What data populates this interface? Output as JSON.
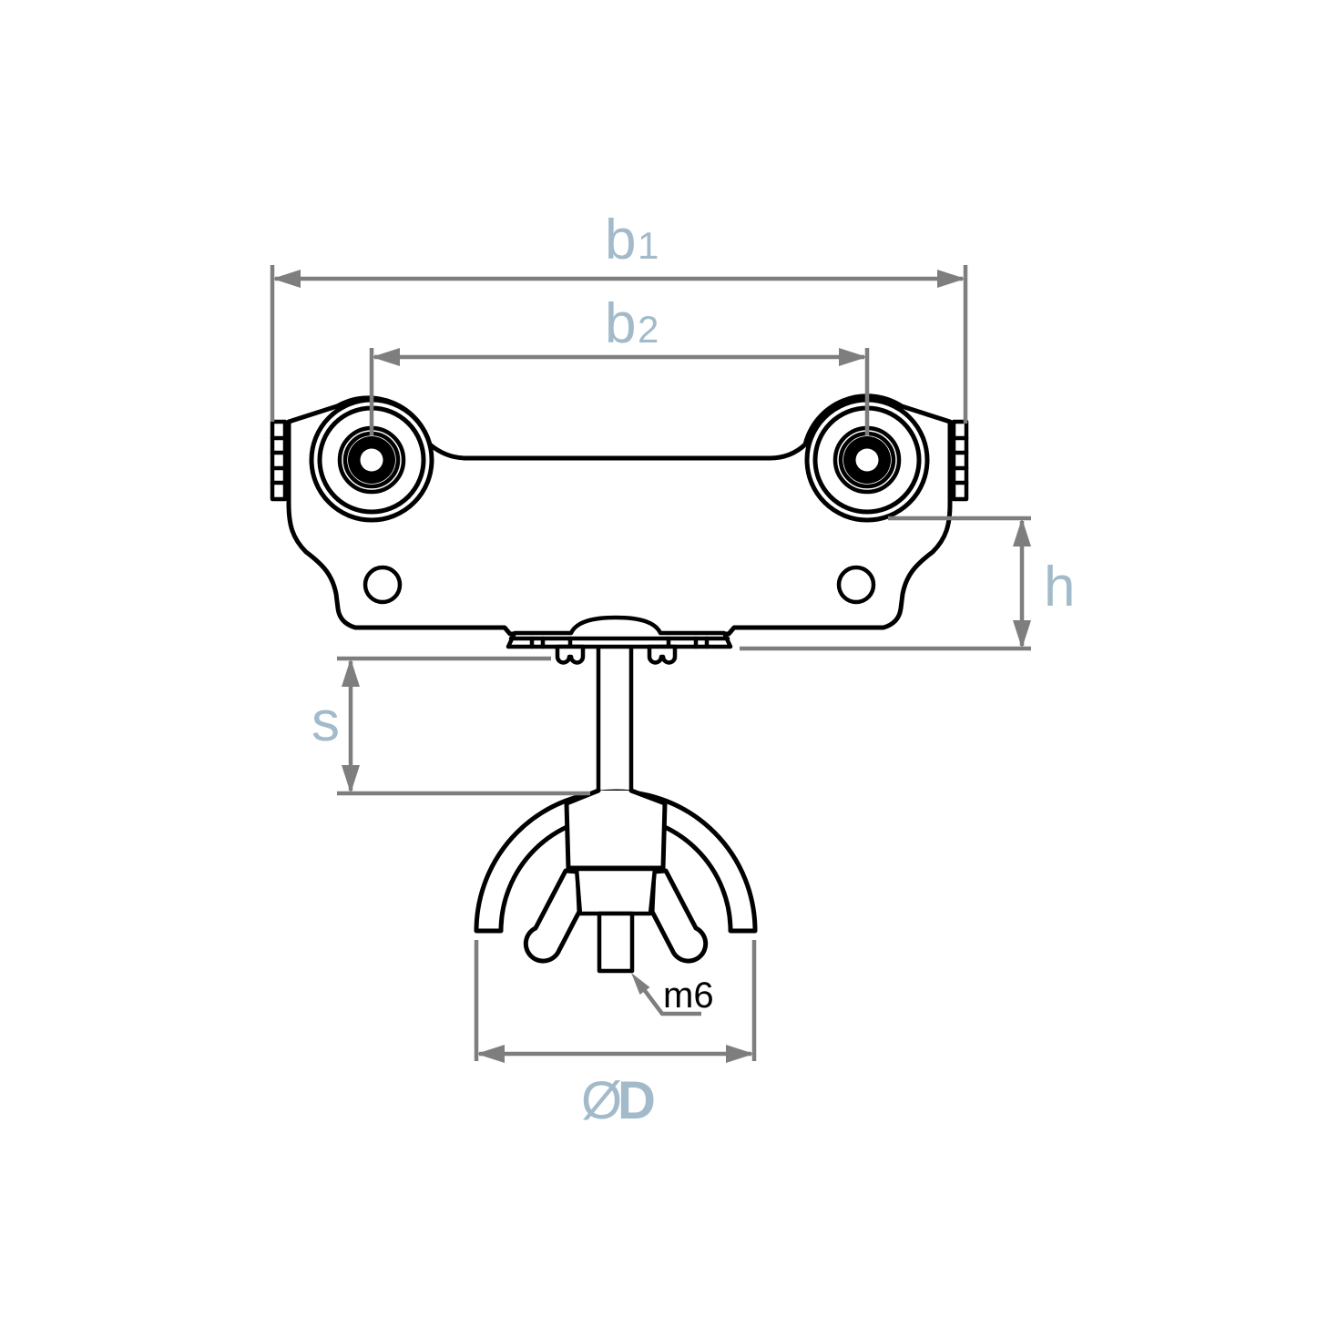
{
  "title": "Trolley hanger technical drawing",
  "labels": {
    "b1": {
      "base": "b",
      "sub": "1"
    },
    "b2": {
      "base": "b",
      "sub": "2"
    },
    "h": "h",
    "s": "s",
    "m6": "m6",
    "diameter": {
      "symbol": "Ø",
      "letter": "D"
    }
  },
  "colors": {
    "drawing": "#000000",
    "dimension": "#7e7e7e",
    "label": "#a2bac9",
    "background": "#ffffff"
  }
}
